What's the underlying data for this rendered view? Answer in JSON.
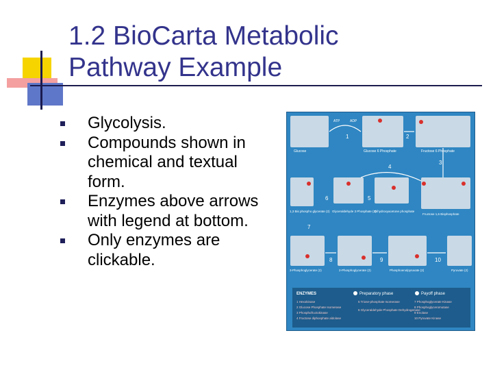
{
  "slide": {
    "title_line1": "1.2 BioCarta Metabolic",
    "title_line2": "Pathway Example",
    "bullets": [
      "Glycolysis.",
      "Compounds shown in chemical and textual form.",
      "Enzymes above arrows with legend at bottom.",
      "Only enzymes are clickable."
    ]
  },
  "pathway_image": {
    "top_labels": [
      "ATP",
      "ADP",
      "Glucose",
      "Glucose 6 Phosphate",
      "Fructose 6 Phosphate"
    ],
    "mid_labels": [
      "Glyceraldehyde 3 Phosphate (2)",
      "Dihydroxyacetone phosphate",
      "Fructose 1,6 Bisphosphate",
      "1,3 Bis phospho glycerate (2)"
    ],
    "low_labels": [
      "3-Phosphoglycerate (2)",
      "2-Phosphoglycerate (2)",
      "Phosphoenolpyruvate (2)",
      "Pyruvate (2)"
    ],
    "step_numbers": [
      "1",
      "2",
      "3",
      "4",
      "5",
      "6",
      "7",
      "8",
      "9",
      "10"
    ],
    "legend": {
      "enzymes_heading": "ENZYMES",
      "preparatory_phase": "Preparatory phase",
      "payoff_phase": "Payoff phase",
      "col1": [
        "1 Hexokinase",
        "2 Glucose Phosphate Isomerase",
        "3 Phosphofructokinase",
        "4 Fructose diphosphate aldolase"
      ],
      "col2": [
        "5 Triose-phosphate Isomerase",
        "6 Glyceraldehyde Phosphate Dehydrogenase"
      ],
      "col3": [
        "7 Phosphoglycerate Kinase",
        "8 Phosphoglyceromutase",
        "9 Enolase",
        "10 Pyruvate Kinase"
      ]
    },
    "colors": {
      "background": "#2f86c2",
      "panel": "#c9d9e6",
      "molecule_dot": "#d9302c",
      "dark_panel": "#1d5c8c"
    }
  }
}
